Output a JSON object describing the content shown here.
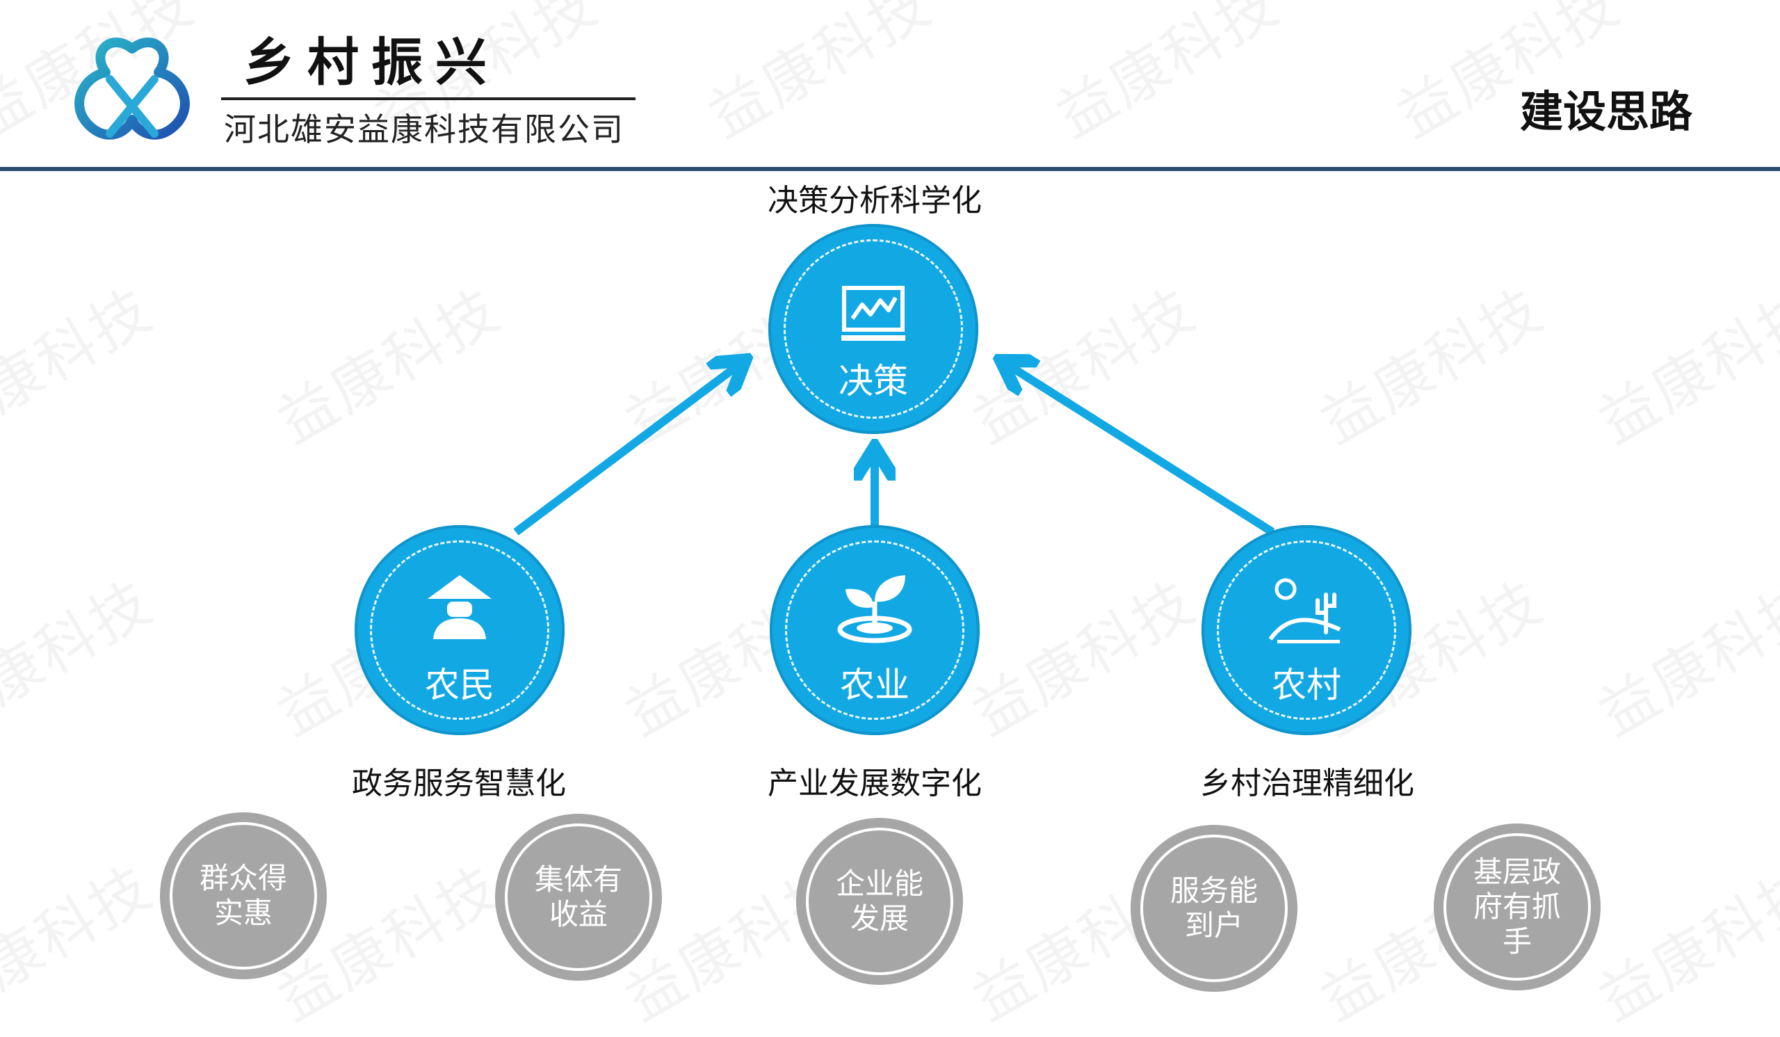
{
  "header": {
    "brand_title": "乡村振兴",
    "company": "河北雄安益康科技有限公司",
    "section_title": "建设思路"
  },
  "watermark": {
    "text": "益康科技"
  },
  "colors": {
    "node_blue": "#12a8e4",
    "arrow_blue": "#12a8e4",
    "gray": "#a6a6a6",
    "rule": "#2e4d6e"
  },
  "diagram": {
    "top": {
      "label": "决策",
      "caption": "决策分析科学化",
      "icon": "chart-icon"
    },
    "left": {
      "label": "农民",
      "caption": "政务服务智慧化",
      "icon": "farmer-icon"
    },
    "middle": {
      "label": "农业",
      "caption": "产业发展数字化",
      "icon": "sprout-icon"
    },
    "right": {
      "label": "农村",
      "caption": "乡村治理精细化",
      "icon": "village-icon"
    }
  },
  "outcomes": [
    "群众得实惠",
    "集体有收益",
    "企业能发展",
    "服务能到户",
    "基层政府有抓手"
  ]
}
